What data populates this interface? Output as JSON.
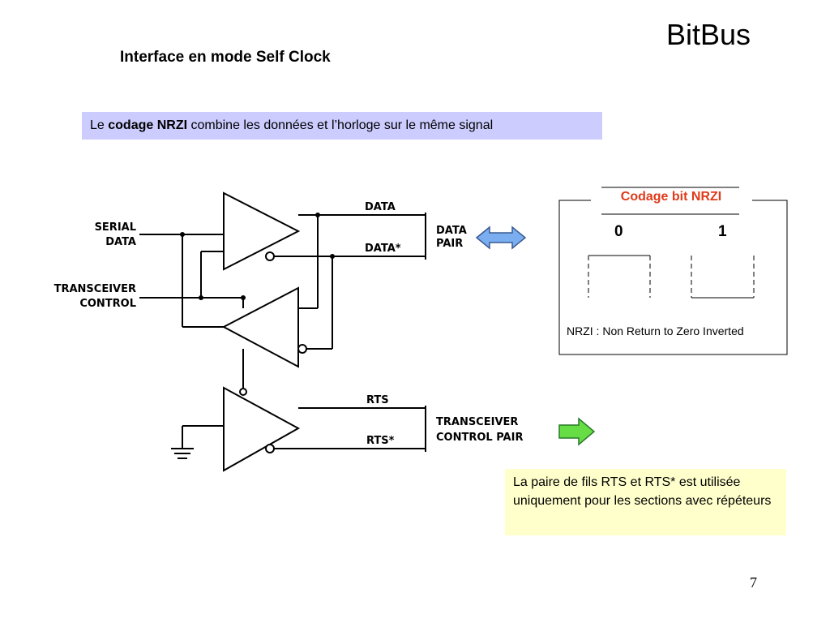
{
  "header": {
    "title": "BitBus",
    "subtitle": "Interface en mode Self Clock"
  },
  "banner": {
    "prefix": "Le ",
    "emphasis": "codage NRZI",
    "suffix": " combine les données et l’horloge sur le même signal"
  },
  "schematic": {
    "labels": {
      "serial_1": "SERIAL",
      "serial_2": "DATA",
      "transceiver_1": "TRANSCEIVER",
      "transceiver_2": "CONTROL",
      "data": "DATA",
      "data_star": "DATA*",
      "data_pair_1": "DATA",
      "data_pair_2": "PAIR",
      "rts": "RTS",
      "rts_star": "RTS*",
      "control_pair_1": "TRANSCEIVER",
      "control_pair_2": "CONTROL PAIR"
    }
  },
  "nrzi_box": {
    "label": "Codage bit NRZI",
    "bit_zero": "0",
    "bit_one": "1",
    "description": "NRZI : Non Return to Zero Inverted"
  },
  "note": {
    "text": "La paire de fils RTS et RTS* est utilisée uniquement pour les sections avec répéteurs"
  },
  "footer": {
    "page_number": "7"
  },
  "colors": {
    "banner_bg": "#ccccff",
    "note_bg": "#ffffcc",
    "nrzi_label": "#e03a1a",
    "double_arrow": "#7aaef0",
    "right_arrow": "#66dd44"
  }
}
